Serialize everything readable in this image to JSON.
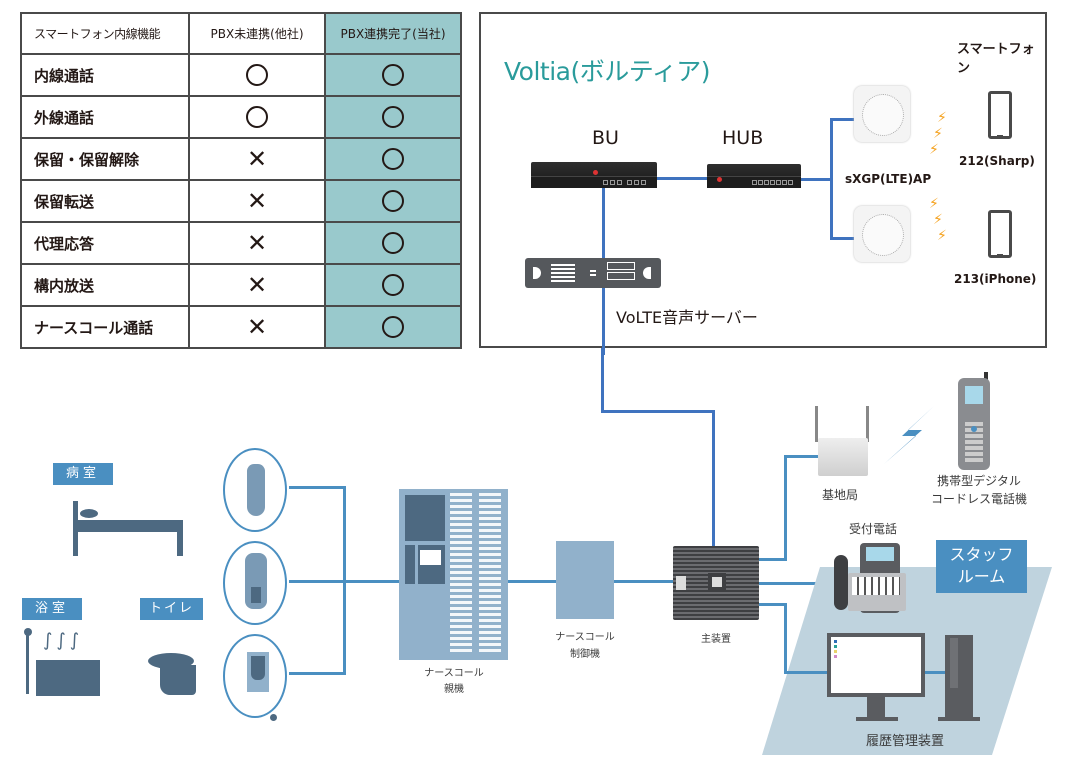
{
  "comparison_table": {
    "headers": [
      "スマートフォン内線機能",
      "PBX未連携(他社)",
      "PBX連携完了(当社)"
    ],
    "highlight_color": "#99c9cc",
    "rows": [
      {
        "feature": "内線通話",
        "other": "○",
        "ours": "○"
      },
      {
        "feature": "外線通話",
        "other": "○",
        "ours": "○"
      },
      {
        "feature": "保留・保留解除",
        "other": "×",
        "ours": "○"
      },
      {
        "feature": "保留転送",
        "other": "×",
        "ours": "○"
      },
      {
        "feature": "代理応答",
        "other": "×",
        "ours": "○"
      },
      {
        "feature": "構内放送",
        "other": "×",
        "ours": "○"
      },
      {
        "feature": "ナースコール通話",
        "other": "×",
        "ours": "○"
      }
    ]
  },
  "voltia": {
    "title": "Voltia(ボルティア)",
    "title_color": "#2a9b9b",
    "bu_label": "BU",
    "hub_label": "HUB",
    "ap_label": "sXGP(LTE)AP",
    "smartphone_header": "スマートフォン",
    "phone1_label": "212(Sharp)",
    "phone2_label": "213(iPhone)",
    "server_label": "VoLTE音声サーバー"
  },
  "rooms": {
    "patient_room": "病室",
    "bathroom": "浴室",
    "toilet": "トイレ"
  },
  "devices": {
    "nurse_call_master_line1": "ナースコール",
    "nurse_call_master_line2": "親機",
    "nurse_call_ctrl_line1": "ナースコール",
    "nurse_call_ctrl_line2": "制御機",
    "main_unit": "主装置",
    "base_station": "基地局",
    "cordless_line1": "携帯型デジタル",
    "cordless_line2": "コードレス電話機",
    "reception_phone": "受付電話",
    "staff_room_line1": "スタッフ",
    "staff_room_line2": "ルーム",
    "history_mgmt": "履歴管理装置"
  },
  "colors": {
    "wire_blue": "#3f73bf",
    "accent_blue": "#4a8fc1",
    "bolt_orange": "#f5a21f",
    "staff_floor": "#bfd3de"
  }
}
